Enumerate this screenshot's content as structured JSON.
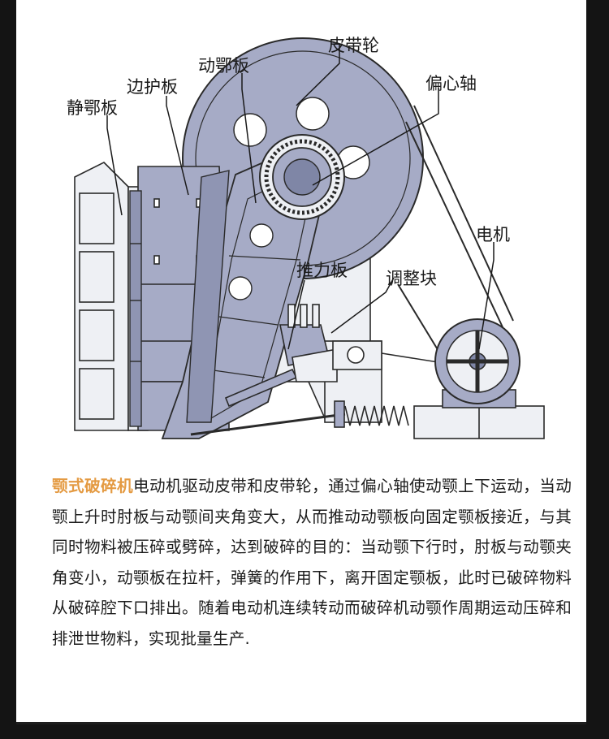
{
  "diagram": {
    "labels": {
      "pulley": "皮带轮",
      "eccentric_shaft": "偏心轴",
      "movable_jaw": "动鄂板",
      "side_guard": "边护板",
      "fixed_jaw": "静鄂板",
      "motor": "电机",
      "toggle_plate": "推力板",
      "adjust_block": "调整块"
    }
  },
  "description": {
    "title": "颚式破碎机",
    "body": "电动机驱动皮带和皮带轮，通过偏心轴使动颚上下运动，当动颚上升时肘板与动颚间夹角变大，从而推动动颚板向固定颚板接近，与其同时物料被压碎或劈碎，达到破碎的目的：当动颚下行时，肘板与动颚夹角变小，动颚板在拉杆，弹簧的作用下，离开固定颚板，此时已破碎物料从破碎腔下口排出。随着电动机连续转动而破碎机动颚作周期运动压碎和排泄世物料，实现批量生产."
  },
  "colors": {
    "title": "#e49a42",
    "machine_fill": "#a6abc6",
    "machine_dark": "#7f86a6",
    "frame_fill": "#eef0f4",
    "stroke": "#2a2a2a"
  }
}
